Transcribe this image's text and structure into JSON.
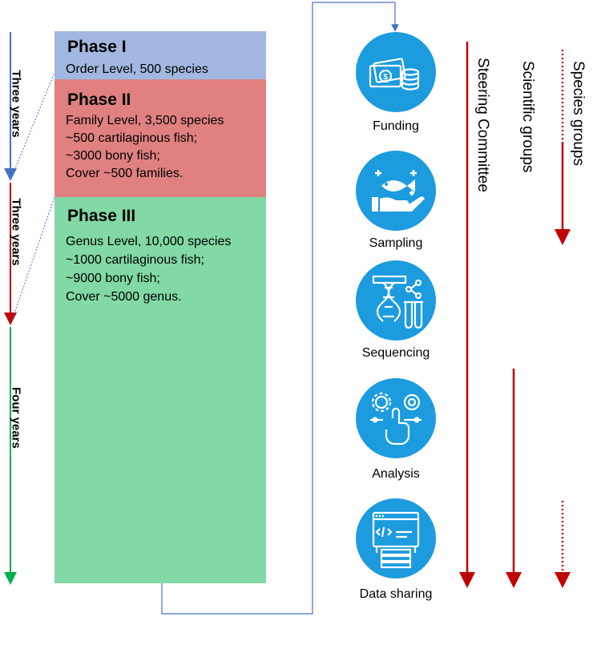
{
  "timeline": {
    "labels": [
      "Three years",
      "Three years",
      "Four years"
    ],
    "colors": [
      "#4472c4",
      "#c00000",
      "#00b050"
    ]
  },
  "phases": [
    {
      "title": "Phase I",
      "lines": [
        "Order Level, 500 species"
      ],
      "color": "#a3b8e0"
    },
    {
      "title": "Phase II",
      "lines": [
        "Family Level, 3,500 species",
        "~500 cartilaginous fish;",
        "~3000 bony fish;",
        "Cover ~500 families."
      ],
      "color": "#e08080"
    },
    {
      "title": "Phase III",
      "lines": [
        "Genus Level, 10,000 species",
        "~1000 cartilaginous fish;",
        "~9000 bony fish;",
        "Cover ~5000 genus."
      ],
      "color": "#82d8a6"
    }
  ],
  "steps": [
    {
      "label": "Funding",
      "icon": "money-icon"
    },
    {
      "label": "Sampling",
      "icon": "fish-hand-icon"
    },
    {
      "label": "Sequencing",
      "icon": "dna-tubes-icon"
    },
    {
      "label": "Analysis",
      "icon": "gear-hand-icon"
    },
    {
      "label": "Data sharing",
      "icon": "code-monitor-icon"
    }
  ],
  "groups": [
    "Steering Committee",
    "Scientific groups",
    "Species groups"
  ],
  "colors": {
    "icon_blue": "#1c9bdf",
    "arrow_red": "#c00000",
    "connector": "#4472c4"
  }
}
